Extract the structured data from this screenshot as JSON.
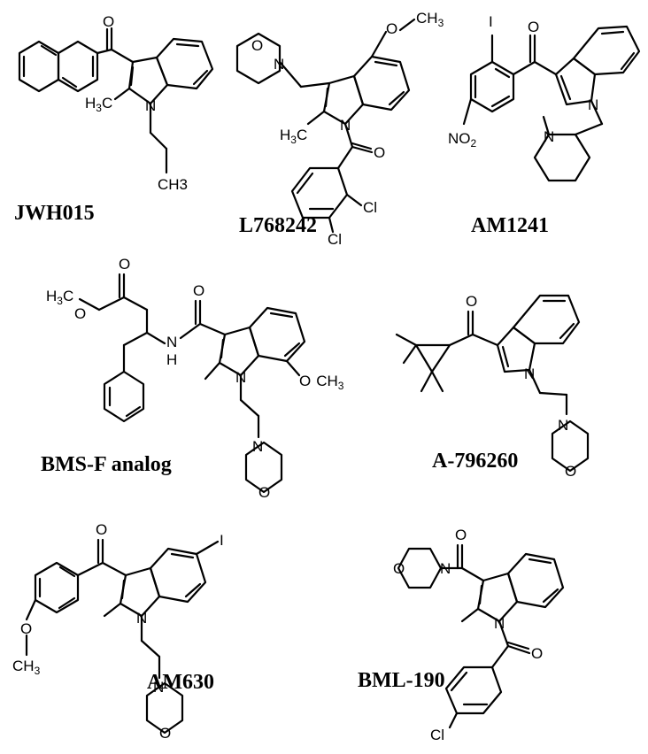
{
  "compounds": [
    {
      "name": "JWH015"
    },
    {
      "name": "L768242"
    },
    {
      "name": "AM1241"
    },
    {
      "name": "BMS-F analog"
    },
    {
      "name": "A-796260"
    },
    {
      "name": "AM630"
    },
    {
      "name": "BML-190"
    }
  ],
  "atoms": {
    "O": "O",
    "N": "N",
    "H": "H",
    "I": "I",
    "Cl": "Cl",
    "C": "C",
    "NO": "NO",
    "CH": "CH",
    "sub2": "2",
    "sub3": "3",
    "CH3_text": "CH3"
  }
}
